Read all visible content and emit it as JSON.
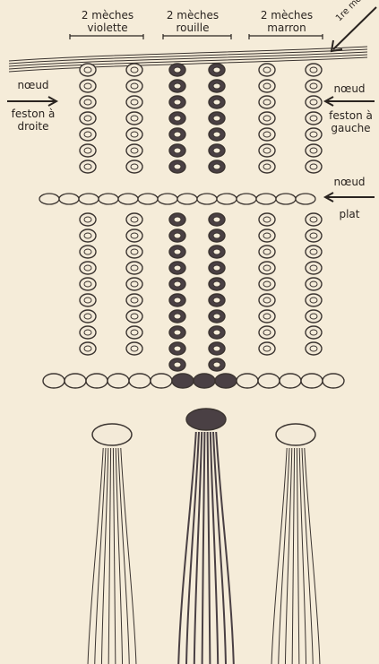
{
  "labels": {
    "top_left": [
      "2 mèches",
      "violette"
    ],
    "top_mid": [
      "2 mèches",
      "rouille"
    ],
    "top_right": [
      "2 mèches",
      "marron"
    ],
    "corner": [
      "1re",
      "mèche"
    ],
    "left_knot": "nœud",
    "left_feston": [
      "feston à",
      "droite"
    ],
    "right_knot1": "nœud",
    "right_feston": [
      "feston à",
      "gauche"
    ],
    "right_knot2": "nœud",
    "right_plat": "plat"
  },
  "colors": {
    "paper": "#f5ecd9",
    "cord_light": "#f3ead8",
    "cord_outline": "#3b3430",
    "cord_dark": "#4a4044",
    "ink": "#2a2420"
  }
}
